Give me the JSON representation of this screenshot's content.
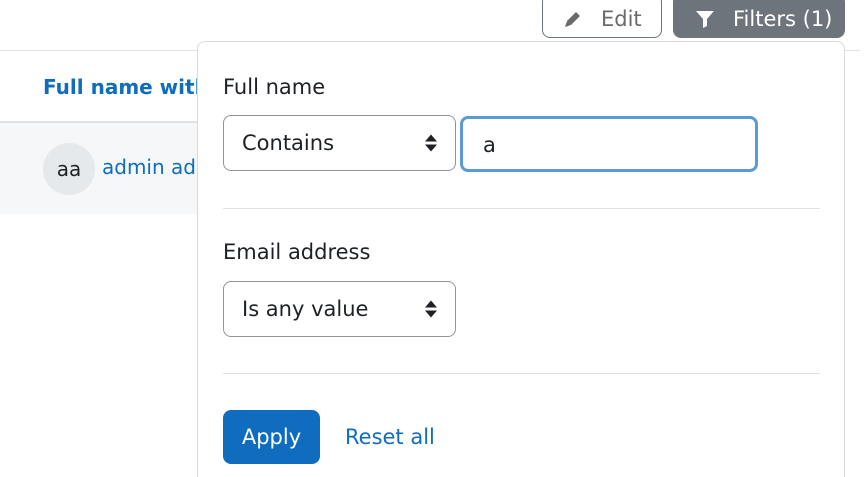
{
  "toolbar": {
    "edit_label": "Edit",
    "filters_label": "Filters (1)"
  },
  "table": {
    "column_header": "Full name with",
    "rows": [
      {
        "avatar_initials": "aa",
        "name": "admin adr"
      }
    ]
  },
  "filters": {
    "full_name": {
      "label": "Full name",
      "operator": "Contains",
      "value": "a"
    },
    "email": {
      "label": "Email address",
      "operator": "Is any value"
    },
    "apply_label": "Apply",
    "reset_label": "Reset all"
  },
  "colors": {
    "primary": "#0f6cbf",
    "secondary_button": "#6d747b",
    "focus_ring": "#5a9bd6"
  },
  "icons": {
    "edit": "pencil-icon",
    "filters": "filter-icon",
    "select_arrows": "sort-arrows-icon"
  }
}
